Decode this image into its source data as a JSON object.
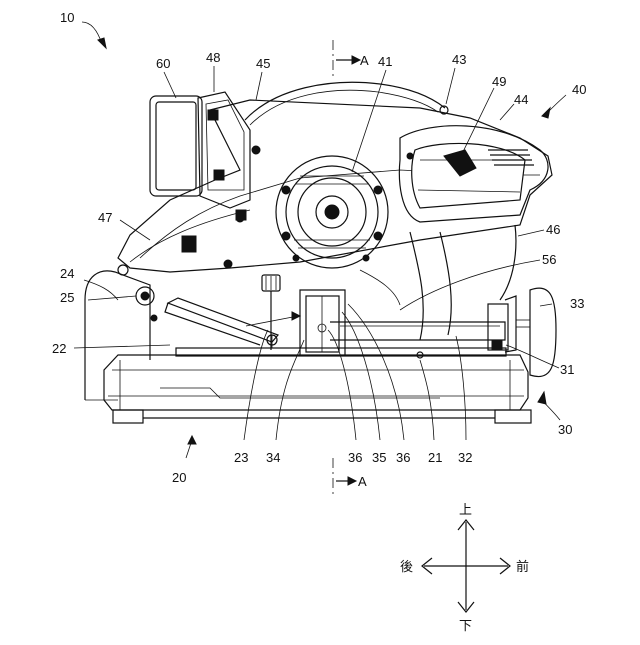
{
  "figure": {
    "reference_labels": {
      "machine": "10",
      "base": "20",
      "r21": "21",
      "r22": "22",
      "r23": "23",
      "r24": "24",
      "r25": "25",
      "fence_assembly": "30",
      "r31": "31",
      "r32": "32",
      "r33": "33",
      "r34": "34",
      "r35": "35",
      "r36a": "36",
      "r36b": "36",
      "cutting_unit": "40",
      "r41": "41",
      "r43": "43",
      "r44": "44",
      "r45": "45",
      "r46": "46",
      "r47": "47",
      "r48": "48",
      "r49": "49",
      "r56": "56",
      "battery": "60"
    },
    "section_marks": {
      "top": "A",
      "bottom": "A"
    },
    "direction_compass": {
      "up": "上",
      "down": "下",
      "front": "前",
      "rear": "後"
    }
  }
}
